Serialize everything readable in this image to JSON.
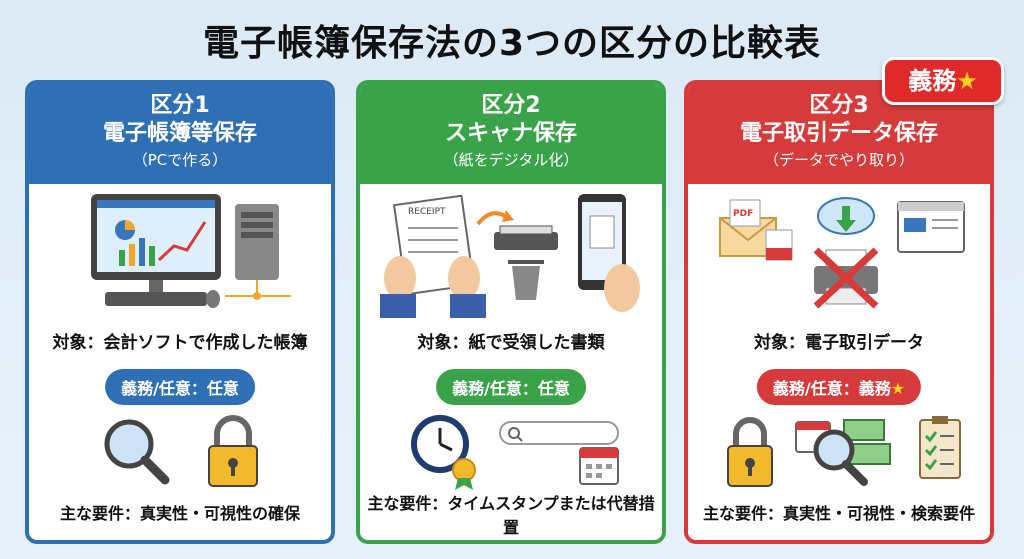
{
  "title": "電子帳簿保存法の3つの区分の比較表",
  "badge": {
    "text": "義務",
    "star": "★"
  },
  "columns": [
    {
      "label": "区分1",
      "name": "電子帳簿等保存",
      "sub": "（PCで作る）",
      "target": "対象：会計ソフトで作成した帳簿",
      "obligation": "義務/任意：任意",
      "requirements": "主な要件：真実性・可視性の確保",
      "icons": [
        "computer-chart-icon",
        "pc-tower-icon",
        "mouse-icon",
        "magnifier-icon",
        "padlock-icon"
      ]
    },
    {
      "label": "区分2",
      "name": "スキャナ保存",
      "sub": "（紙をデジタル化）",
      "target": "対象：紙で受領した書類",
      "obligation": "義務/任意：任意",
      "requirements": "主な要件：タイムスタンプまたは代替措置",
      "receipt_text": "RECEIPT",
      "icons": [
        "receipt-hands-icon",
        "scanner-icon",
        "trash-icon",
        "smartphone-scan-icon",
        "clock-badge-icon",
        "search-bar-icon",
        "calendar-icon"
      ]
    },
    {
      "label": "区分3",
      "name": "電子取引データ保存",
      "sub": "（データでやり取り）",
      "target": "対象：電子取引データ",
      "obligation": "義務/任意：義務",
      "obligation_star": "★",
      "requirements": "主な要件：真実性・可視性・検索要件",
      "pdf_text": "PDF",
      "icons": [
        "pdf-envelope-icon",
        "cloud-download-icon",
        "browser-window-icon",
        "printer-crossed-icon",
        "padlock-icon",
        "calendar-money-magnifier-icon",
        "checklist-icon"
      ]
    }
  ],
  "colors": {
    "blue": "#2f6fb5",
    "green": "#3aa34a",
    "red": "#d63a3a",
    "star": "#ffd21f"
  }
}
